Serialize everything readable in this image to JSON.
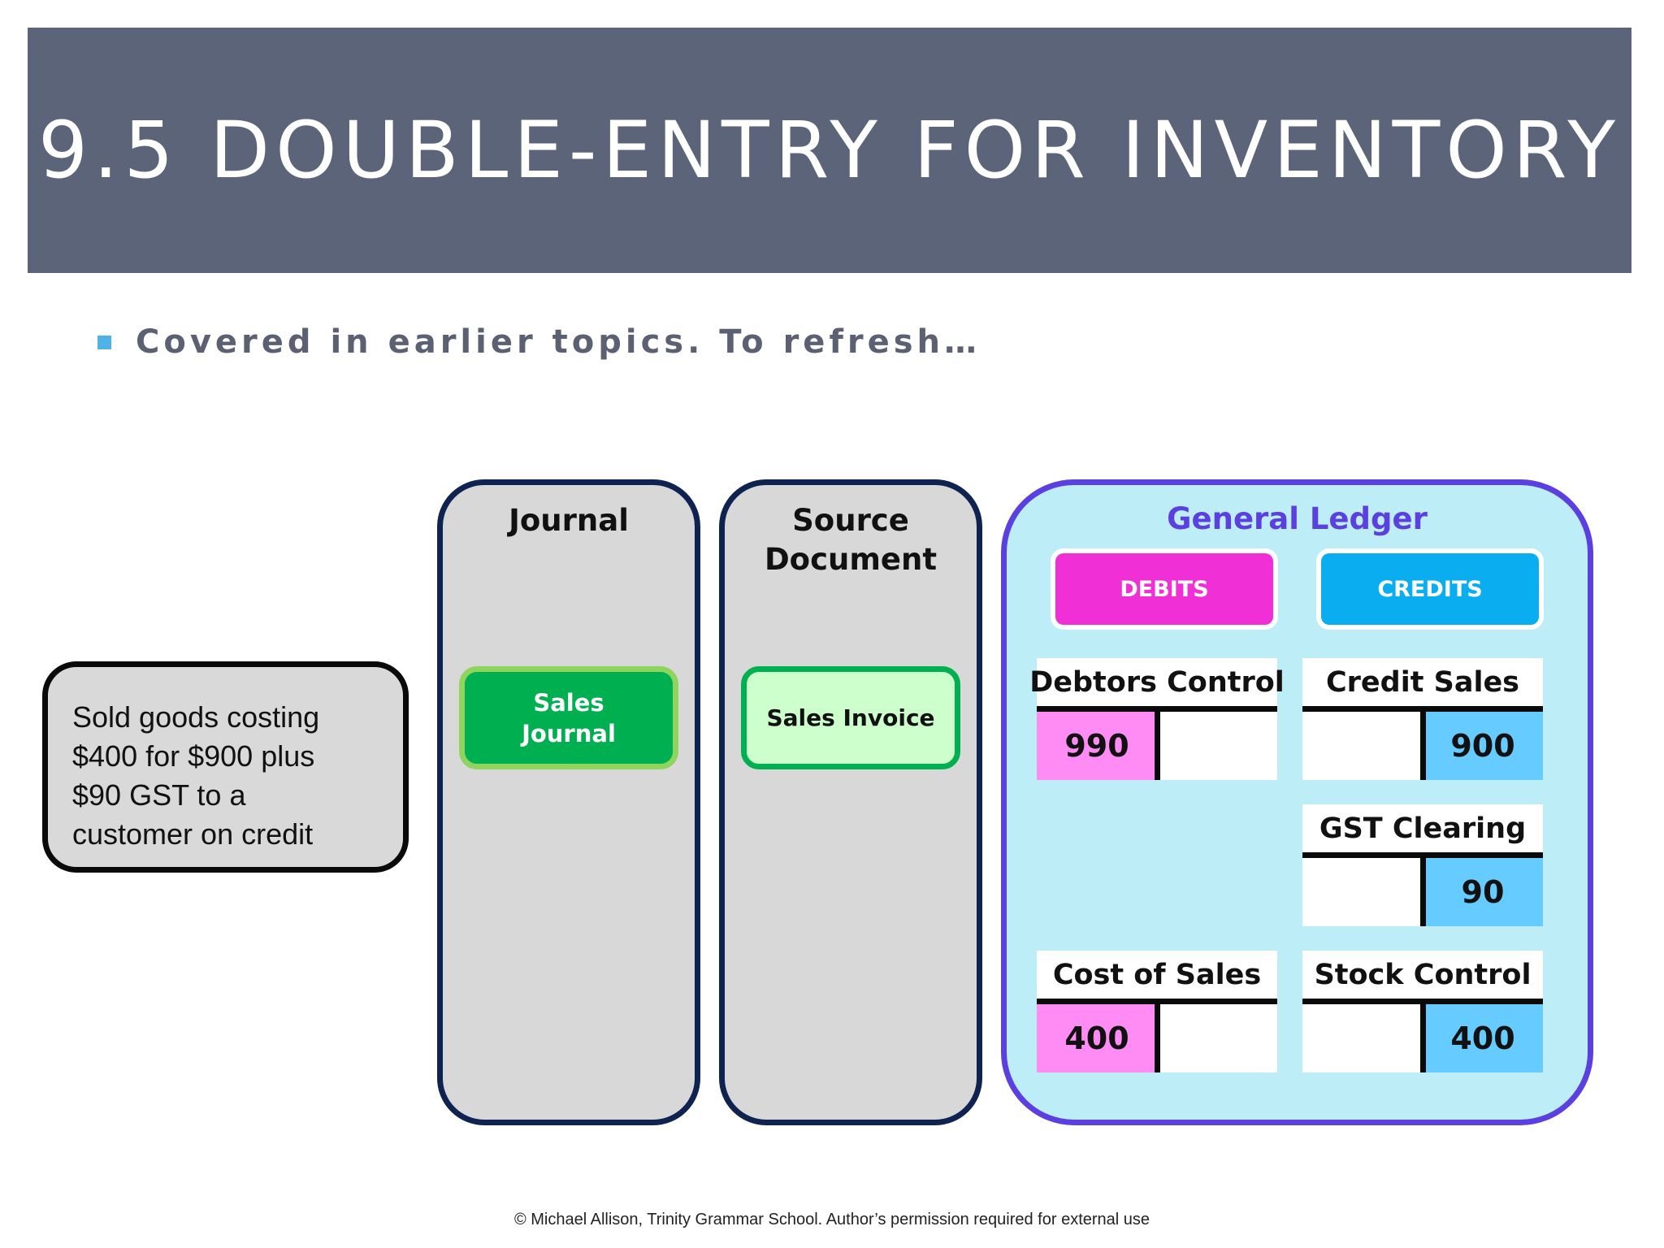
{
  "slide": {
    "title": "9.5 DOUBLE-ENTRY FOR INVENTORY",
    "bullet": "Covered in earlier topics. To refresh…",
    "scenario": "Sold goods costing $400 for $900 plus $90 GST to a customer on credit",
    "footer": "© Michael Allison, Trinity Grammar School. Author’s permission required for external use"
  },
  "journal_col": {
    "title": "Journal",
    "item": "Sales Journal"
  },
  "source_col": {
    "title": "Source Document",
    "item": "Sales Invoice"
  },
  "ledger": {
    "title": "General Ledger",
    "debits_label": "DEBITS",
    "credits_label": "CREDITS",
    "accounts": {
      "debtors_control": {
        "name": "Debtors Control",
        "debit": "990",
        "credit": ""
      },
      "credit_sales": {
        "name": "Credit Sales",
        "debit": "",
        "credit": "900"
      },
      "gst_clearing": {
        "name": "GST Clearing",
        "debit": "",
        "credit": "90"
      },
      "cost_of_sales": {
        "name": "Cost of Sales",
        "debit": "400",
        "credit": ""
      },
      "stock_control": {
        "name": "Stock Control",
        "debit": "",
        "credit": "400"
      }
    }
  },
  "colors": {
    "title_bar": "#5b6479",
    "bullet": "#4fb3e6",
    "journal_green": "#00b050",
    "debits": "#f02fd6",
    "credits": "#0aaef0",
    "ledger_border": "#5b3fe0",
    "ledger_bg": "#bdeef8"
  }
}
